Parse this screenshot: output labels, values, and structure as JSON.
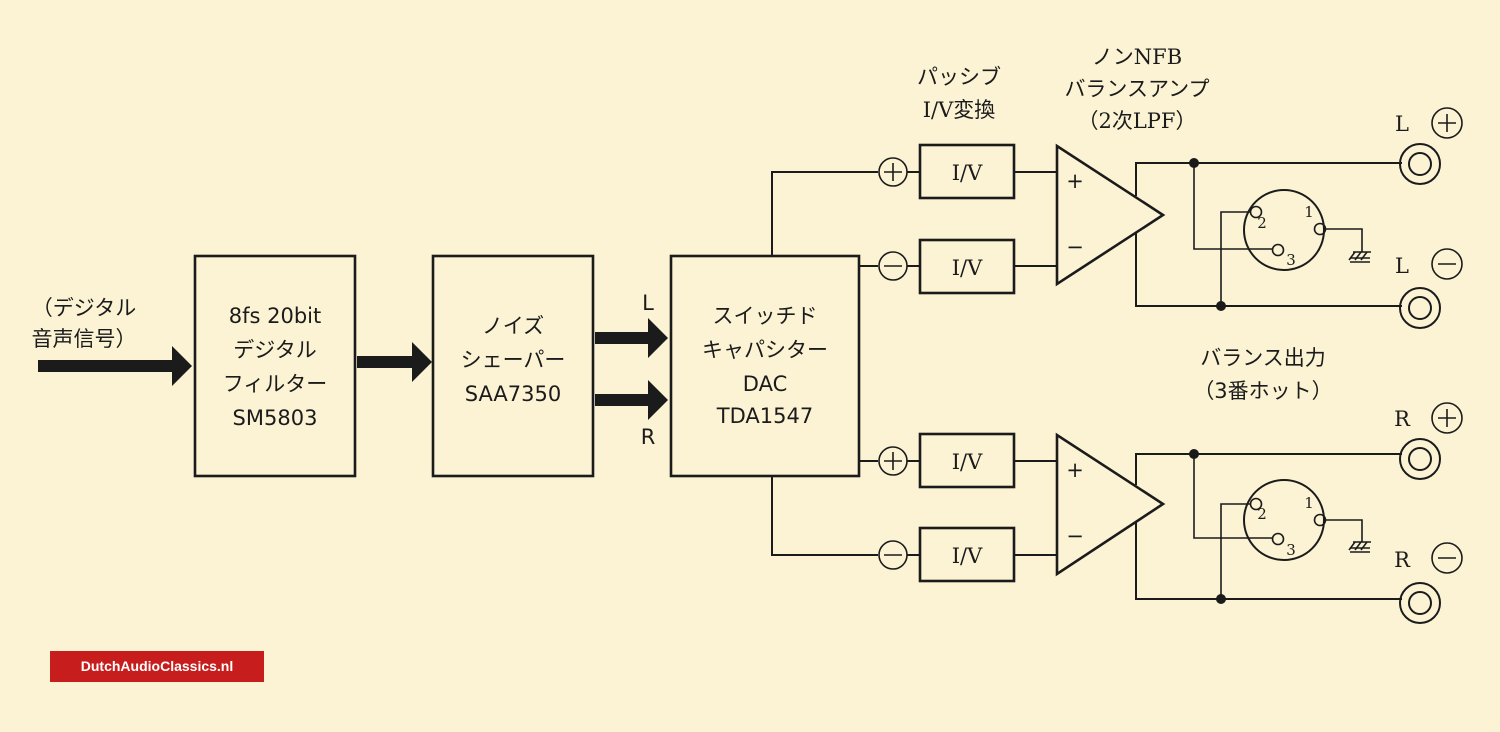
{
  "input_label": [
    "（デジタル",
    "音声信号）"
  ],
  "filter_block": [
    "8fs 20bit",
    "デジタル",
    "フィルター",
    "SM5803"
  ],
  "shaper_block": [
    "ノイズ",
    "シェーパー",
    "SAA7350"
  ],
  "dac_block": [
    "スイッチド",
    "キャパシター",
    "DAC",
    "TDA1547"
  ],
  "channel_L": "L",
  "channel_R": "R",
  "iv_label": "I/V",
  "passive_iv_title": [
    "パッシブ",
    "I/V変換"
  ],
  "amp_title": [
    "ノンNFB",
    "バランスアンプ",
    "（2次LPF）"
  ],
  "amp_plus": "+",
  "amp_minus": "−",
  "balanced_title": [
    "バランス出力",
    "（3番ホット）"
  ],
  "xlr_pins": [
    "1",
    "2",
    "3"
  ],
  "outputs": [
    "L",
    "L",
    "R",
    "R"
  ],
  "watermark": "DutchAudioClassics.nl",
  "colors": {
    "background": "#fbf3d4",
    "ink": "#1b1b1b",
    "badge": "#c71d1d"
  }
}
